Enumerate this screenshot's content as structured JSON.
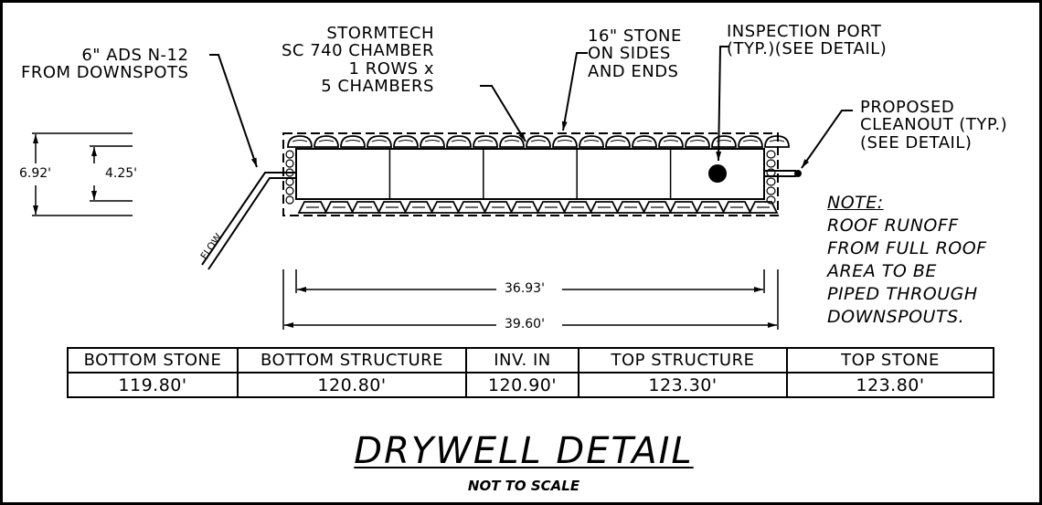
{
  "labels": {
    "pipe": "6\" ADS N-12\nFROM DOWNSPOTS",
    "chamber": "STORMTECH\nSC 740 CHAMBER\n1 ROWS x\n5 CHAMBERS",
    "stone": "16\" STONE\nON SIDES\nAND ENDS",
    "inspection": "INSPECTION PORT\n(TYP.)(SEE DETAIL)",
    "cleanout": "PROPOSED\nCLEANOUT (TYP.)\n(SEE DETAIL)",
    "flow": "FLOW"
  },
  "dimensions": {
    "total_height": "6.92'",
    "chamber_height": "4.25'",
    "chamber_length": "36.93'",
    "total_length": "39.60'"
  },
  "note": {
    "heading": "NOTE:",
    "body": "ROOF RUNOFF\nFROM FULL ROOF\nAREA TO BE\nPIPED THROUGH\nDOWNSPOUTS."
  },
  "table": {
    "headers": [
      "BOTTOM STONE",
      "BOTTOM STRUCTURE",
      "INV. IN",
      "TOP STRUCTURE",
      "TOP STONE"
    ],
    "values": [
      "119.80'",
      "120.80'",
      "120.90'",
      "123.30'",
      "123.80'"
    ]
  },
  "title": "DRYWELL DETAIL",
  "subtitle": "NOT TO SCALE",
  "chamber_count": 5
}
